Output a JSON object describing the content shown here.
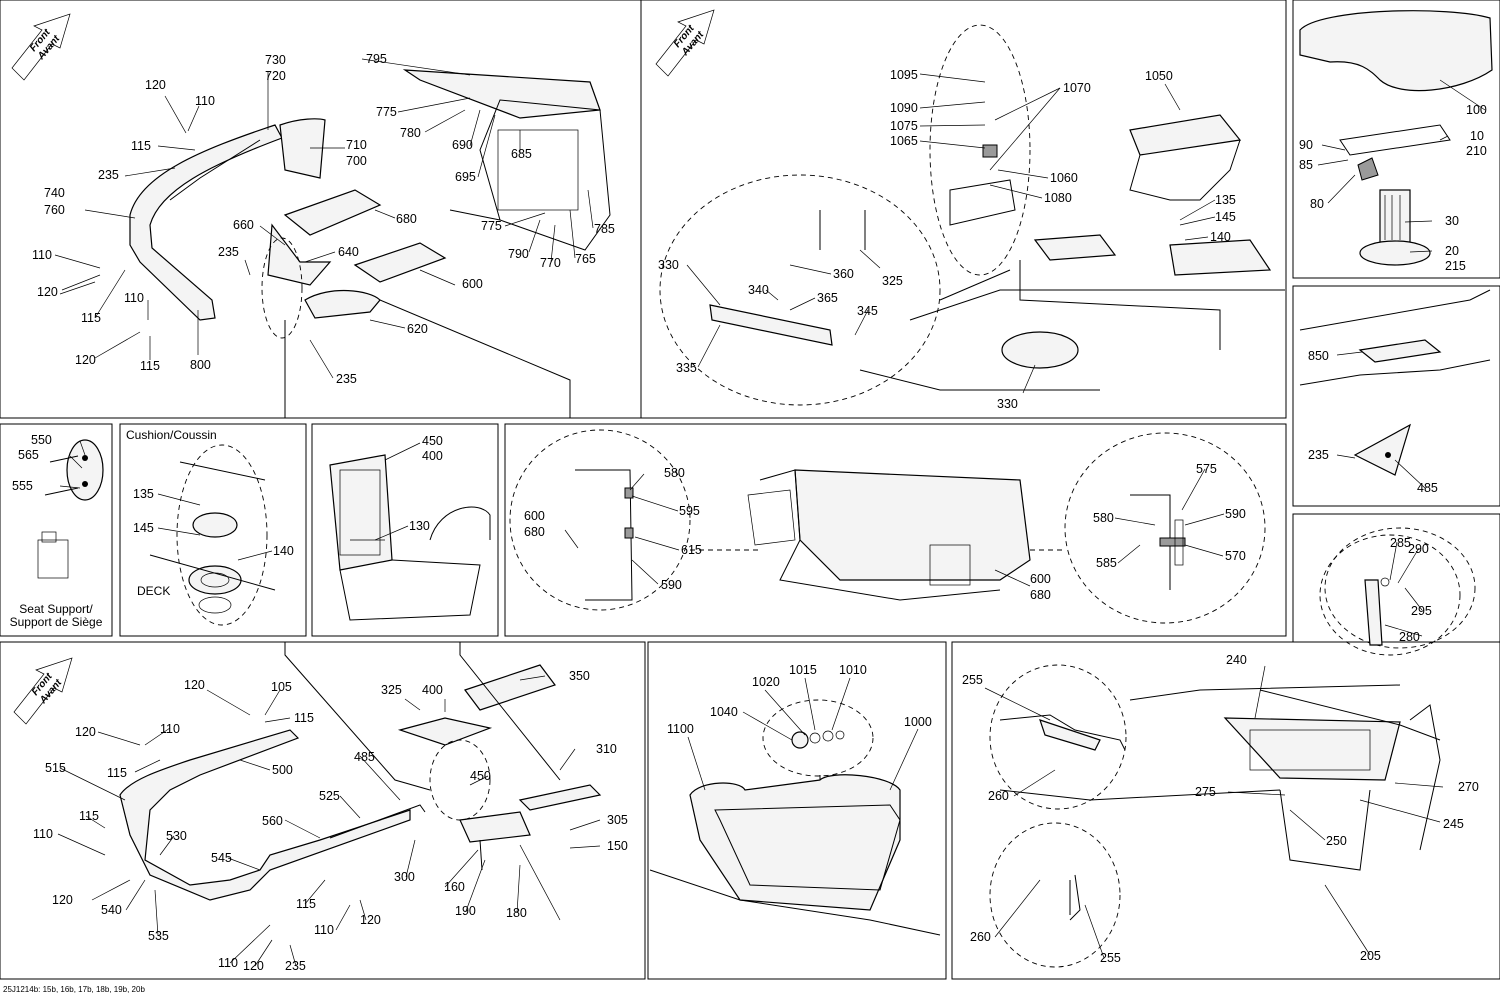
{
  "front_arrow": {
    "line1": "Front",
    "line2": "Avant"
  },
  "captions": {
    "cushion": "Cushion/Coussin",
    "deck": "DECK",
    "seat_support_1": "Seat Support/",
    "seat_support_2": "Support de Siège"
  },
  "footer_code": "25J1214b: 15b, 16b, 17b, 18b, 19b, 20b",
  "callouts": {
    "p1": [
      "730",
      "720",
      "120",
      "110",
      "115",
      "235",
      "740",
      "760",
      "710",
      "700",
      "795",
      "775",
      "780",
      "690",
      "695",
      "685",
      "660",
      "680",
      "640",
      "235",
      "110",
      "120",
      "110",
      "115",
      "120",
      "115",
      "800",
      "600",
      "620",
      "235",
      "775",
      "790",
      "770",
      "765",
      "785"
    ],
    "p2": [
      "1095",
      "1070",
      "1090",
      "1075",
      "1065",
      "1060",
      "1080",
      "1050",
      "135",
      "145",
      "140",
      "330",
      "360",
      "325",
      "340",
      "365",
      "345",
      "335",
      "330"
    ],
    "p3": [
      "100",
      "90",
      "10",
      "210",
      "85",
      "80",
      "30",
      "20",
      "215"
    ],
    "p4": [
      "850",
      "235",
      "485"
    ],
    "p5": [
      "550",
      "565",
      "555"
    ],
    "p6": [
      "135",
      "145",
      "140"
    ],
    "p7": [
      "450",
      "400",
      "130"
    ],
    "p8": [
      "580",
      "595",
      "600",
      "680",
      "615",
      "590",
      "575",
      "580",
      "590",
      "585",
      "570",
      "600",
      "680"
    ],
    "p9": [
      "285",
      "290",
      "295",
      "280"
    ],
    "p10": [
      "120",
      "105",
      "120",
      "110",
      "115",
      "115",
      "515",
      "500",
      "485",
      "525",
      "560",
      "545",
      "115",
      "530",
      "110",
      "120",
      "540",
      "535",
      "115",
      "110",
      "120",
      "110",
      "120",
      "235",
      "300",
      "325",
      "400",
      "350",
      "450",
      "310",
      "305",
      "150",
      "160",
      "190",
      "180"
    ],
    "p11": [
      "1020",
      "1015",
      "1010",
      "1040",
      "1100",
      "1000"
    ],
    "p12": [
      "255",
      "240",
      "260",
      "275",
      "270",
      "250",
      "245",
      "260",
      "255",
      "205"
    ]
  }
}
